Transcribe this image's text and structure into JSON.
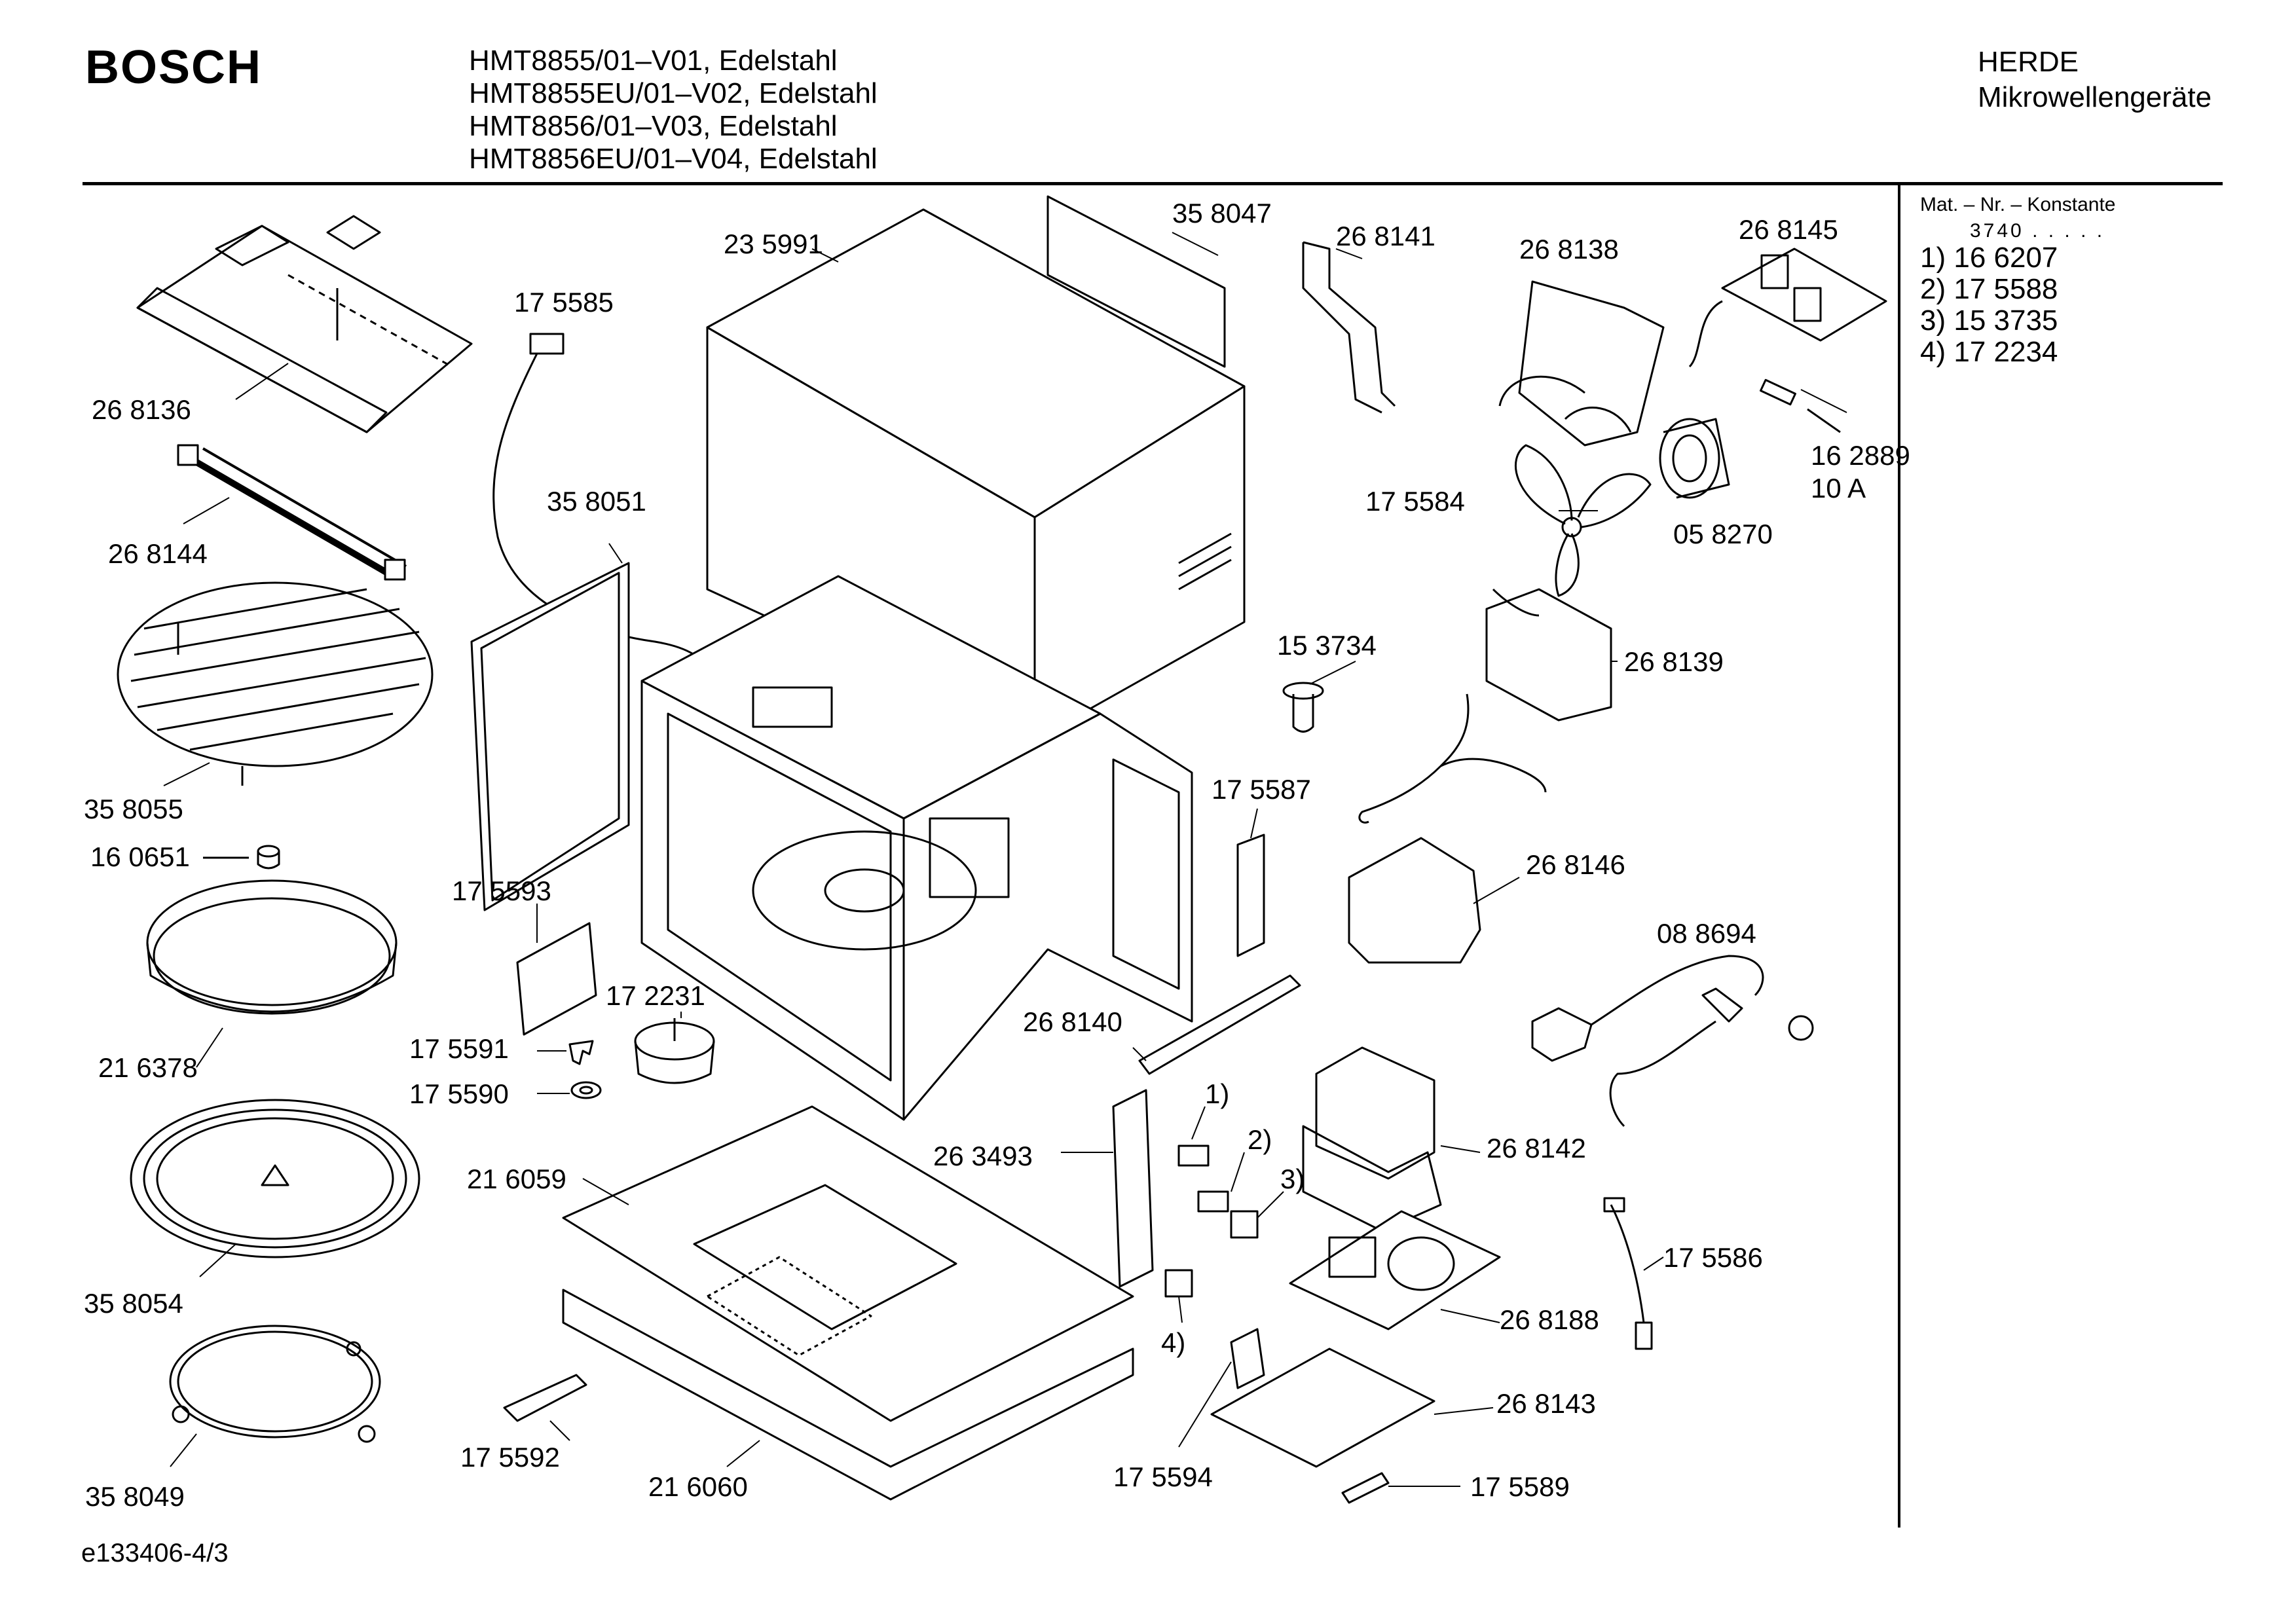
{
  "header": {
    "brand": "BOSCH",
    "models": [
      "HMT8855/01–V01, Edelstahl",
      "HMT8855EU/01–V02, Edelstahl",
      "HMT8856/01–V03, Edelstahl",
      "HMT8856EU/01–V04, Edelstahl"
    ],
    "category": [
      "HERDE",
      "Mikrowellengeräte"
    ]
  },
  "legend": {
    "title": "Mat. – Nr. – Konstante",
    "constant": "3740 . . . . .",
    "items": [
      "1) 16 6207",
      "2) 17 5588",
      "3) 15 3735",
      "4) 17 2234"
    ]
  },
  "parts": [
    {
      "id": "268136",
      "label": "26 8136"
    },
    {
      "id": "268144",
      "label": "26 8144"
    },
    {
      "id": "358055",
      "label": "35 8055"
    },
    {
      "id": "160651",
      "label": "16 0651"
    },
    {
      "id": "216378",
      "label": "21 6378"
    },
    {
      "id": "358054",
      "label": "35 8054"
    },
    {
      "id": "358049",
      "label": "35 8049"
    },
    {
      "id": "175585",
      "label": "17 5585"
    },
    {
      "id": "358051",
      "label": "35 8051"
    },
    {
      "id": "175593",
      "label": "17 5593"
    },
    {
      "id": "175591",
      "label": "17 5591"
    },
    {
      "id": "175590",
      "label": "17 5590"
    },
    {
      "id": "172231",
      "label": "17 2231"
    },
    {
      "id": "216059",
      "label": "21 6059"
    },
    {
      "id": "175592",
      "label": "17 5592"
    },
    {
      "id": "216060",
      "label": "21 6060"
    },
    {
      "id": "235991",
      "label": "23 5991"
    },
    {
      "id": "358047",
      "label": "35 8047"
    },
    {
      "id": "268141",
      "label": "26 8141"
    },
    {
      "id": "268138",
      "label": "26 8138"
    },
    {
      "id": "268145",
      "label": "26 8145"
    },
    {
      "id": "162889",
      "label": "16 2889"
    },
    {
      "id": "10a",
      "label": "10 A"
    },
    {
      "id": "175584",
      "label": "17 5584"
    },
    {
      "id": "058270",
      "label": "05 8270"
    },
    {
      "id": "153734",
      "label": "15 3734"
    },
    {
      "id": "268139",
      "label": "26 8139"
    },
    {
      "id": "175587",
      "label": "17 5587"
    },
    {
      "id": "268146",
      "label": "26 8146"
    },
    {
      "id": "088694",
      "label": "08 8694"
    },
    {
      "id": "268140",
      "label": "26 8140"
    },
    {
      "id": "263493",
      "label": "26 3493"
    },
    {
      "id": "ref1",
      "label": "1)"
    },
    {
      "id": "ref2",
      "label": "2)"
    },
    {
      "id": "ref3",
      "label": "3)"
    },
    {
      "id": "ref4",
      "label": "4)"
    },
    {
      "id": "268142",
      "label": "26 8142"
    },
    {
      "id": "175586",
      "label": "17 5586"
    },
    {
      "id": "268188",
      "label": "26 8188"
    },
    {
      "id": "268143",
      "label": "26 8143"
    },
    {
      "id": "175594",
      "label": "17 5594"
    },
    {
      "id": "175589",
      "label": "17 5589"
    }
  ],
  "footer": {
    "document_id": "e133406-4/3"
  }
}
